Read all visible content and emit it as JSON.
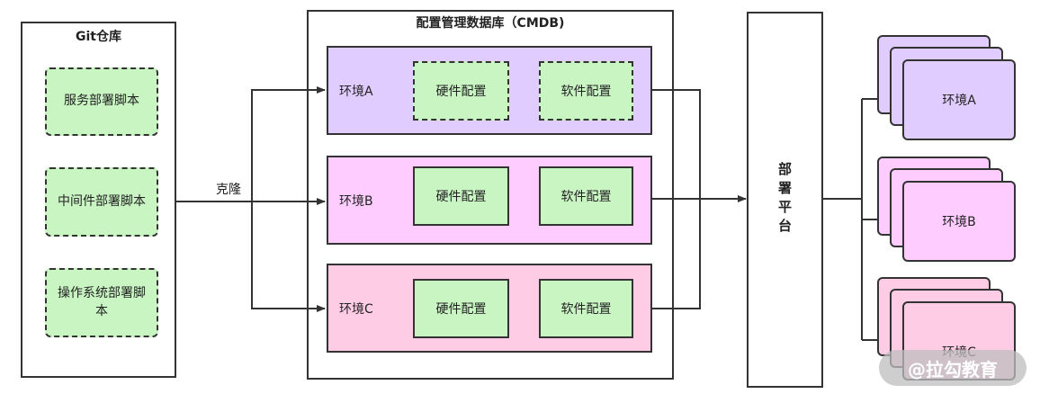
{
  "git": {
    "title": "Git仓库",
    "scripts": [
      "服务部署脚本",
      "中间件部署脚本",
      "操作系统部署脚本"
    ]
  },
  "clone_label": "克隆",
  "cmdb": {
    "title": "配置管理数据库（CMDB)",
    "envs": [
      {
        "label": "环境A",
        "hardware": "硬件配置",
        "software": "软件配置"
      },
      {
        "label": "环境B",
        "hardware": "硬件配置",
        "software": "软件配置"
      },
      {
        "label": "环境C",
        "hardware": "硬件配置",
        "software": "软件配置"
      }
    ]
  },
  "deploy": {
    "label": "部署平台"
  },
  "targets": [
    "环境A",
    "环境B",
    "环境C"
  ],
  "watermark": "@拉勾教育",
  "colors": {
    "green": "#c9f5c3",
    "envA": "#e1ccff",
    "envB": "#ffccff",
    "envC": "#ffcce6"
  }
}
